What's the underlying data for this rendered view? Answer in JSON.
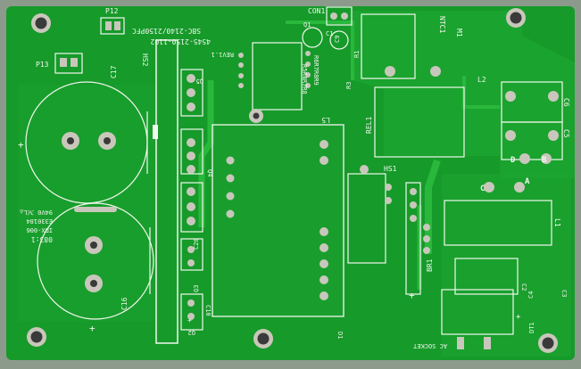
{
  "colors": {
    "background": "#8c9a8c",
    "board": "#169a2a",
    "copper": "#1fa232",
    "trace": "#2ab83c",
    "pad": "#c9c7bb",
    "hole": "#3a3a3a",
    "silk": "#f2f7ee"
  },
  "labels": {
    "p12": "P12",
    "p13": "P13",
    "c17": "C17",
    "hs2": "HS2",
    "board_model": "SBC-2140/2150PFC",
    "board_code": "4545-2150-1102",
    "revision": "REV1.1",
    "con1": "CON1",
    "ntc1": "NTC1",
    "m1": "M1",
    "c1": "C1",
    "c9": "C9",
    "q1": "Q1",
    "r_group_top": "R6R7R8R9",
    "r_group_bottom": "R5R4R7R8",
    "r3": "R3",
    "r1": "R1",
    "l2": "L2",
    "c6": "C6",
    "c5": "C5",
    "rel1": "REL1",
    "l5": "L5",
    "q5": "Q5",
    "q4": "Q4",
    "q3": "Q3",
    "c20": "C20",
    "c10": "C10",
    "q2": "Q2",
    "c16": "C16",
    "marking_lines": [
      "083:1",
      "IDX-006",
      "E330184",
      "94V0 ℳL◬"
    ],
    "hs1": "HS1",
    "c_mark": "C",
    "a_mark": "A",
    "d_mark": "D",
    "b_mark": "B",
    "l1": "L1",
    "br1": "BR1",
    "c2": "C2",
    "c4": "C4",
    "c3": "C3",
    "d1": "D1",
    "dt1": "DT1",
    "ac_socket": "AC SOCKET",
    "plus": "+"
  }
}
